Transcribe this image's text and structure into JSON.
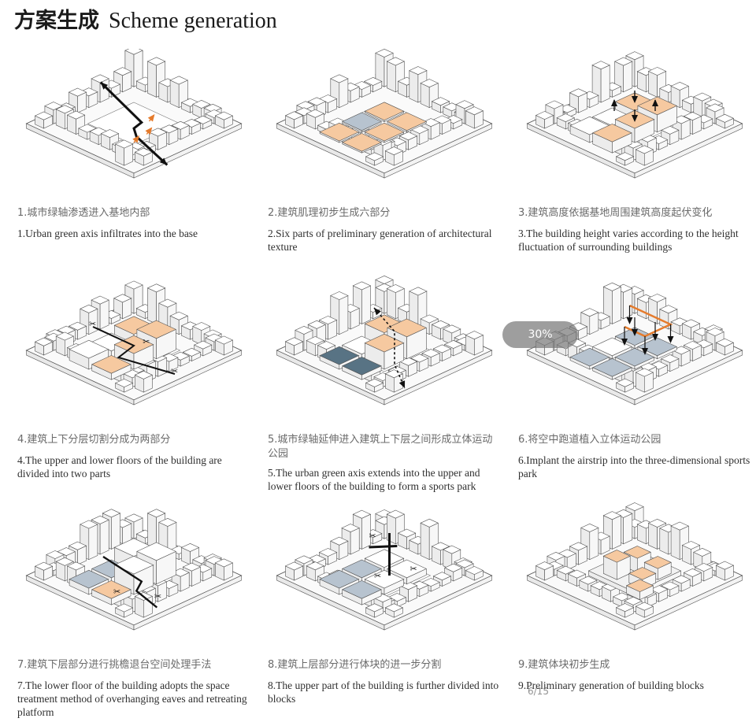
{
  "header": {
    "title_cn": "方案生成",
    "title_en": "Scheme generation"
  },
  "colors": {
    "accent_orange": "#f6c9a0",
    "accent_blue_light": "#b7c3cf",
    "accent_blue_dark": "#587384",
    "arrow_orange": "#e57b2c",
    "line": "#4a4a4a"
  },
  "steps": [
    {
      "cn": "1.城市绿轴渗透进入基地内部",
      "en": "1.Urban green axis infiltrates into the base"
    },
    {
      "cn": "2.建筑肌理初步生成六部分",
      "en": "2.Six parts of preliminary generation of architectural texture"
    },
    {
      "cn": "3.建筑高度依据基地周围建筑高度起伏变化",
      "en": "3.The building height varies according to the height fluctuation of surrounding buildings"
    },
    {
      "cn": "4.建筑上下分层切割分成为两部分",
      "en": "4.The upper and lower floors of the building are divided into two parts"
    },
    {
      "cn": "5.城市绿轴延伸进入建筑上下层之间形成立体运动公园",
      "en": "5.The urban green axis extends into the upper and lower floors of the building to form a sports park"
    },
    {
      "cn": "6.将空中跑道植入立体运动公园",
      "en": "6.Implant the airstrip into the three-dimensional sports park"
    },
    {
      "cn": "7.建筑下层部分进行挑檐退台空间处理手法",
      "en": "7.The lower floor of the building adopts the space treatment method of overhanging eaves and retreating platform"
    },
    {
      "cn": "8.建筑上层部分进行体块的进一步分割",
      "en": "8.The upper part of the building is further divided into blocks"
    },
    {
      "cn": "9.建筑体块初步生成",
      "en": "9.Preliminary generation of building blocks"
    }
  ],
  "overlay": {
    "zoom": "30%",
    "page": "6/15"
  }
}
